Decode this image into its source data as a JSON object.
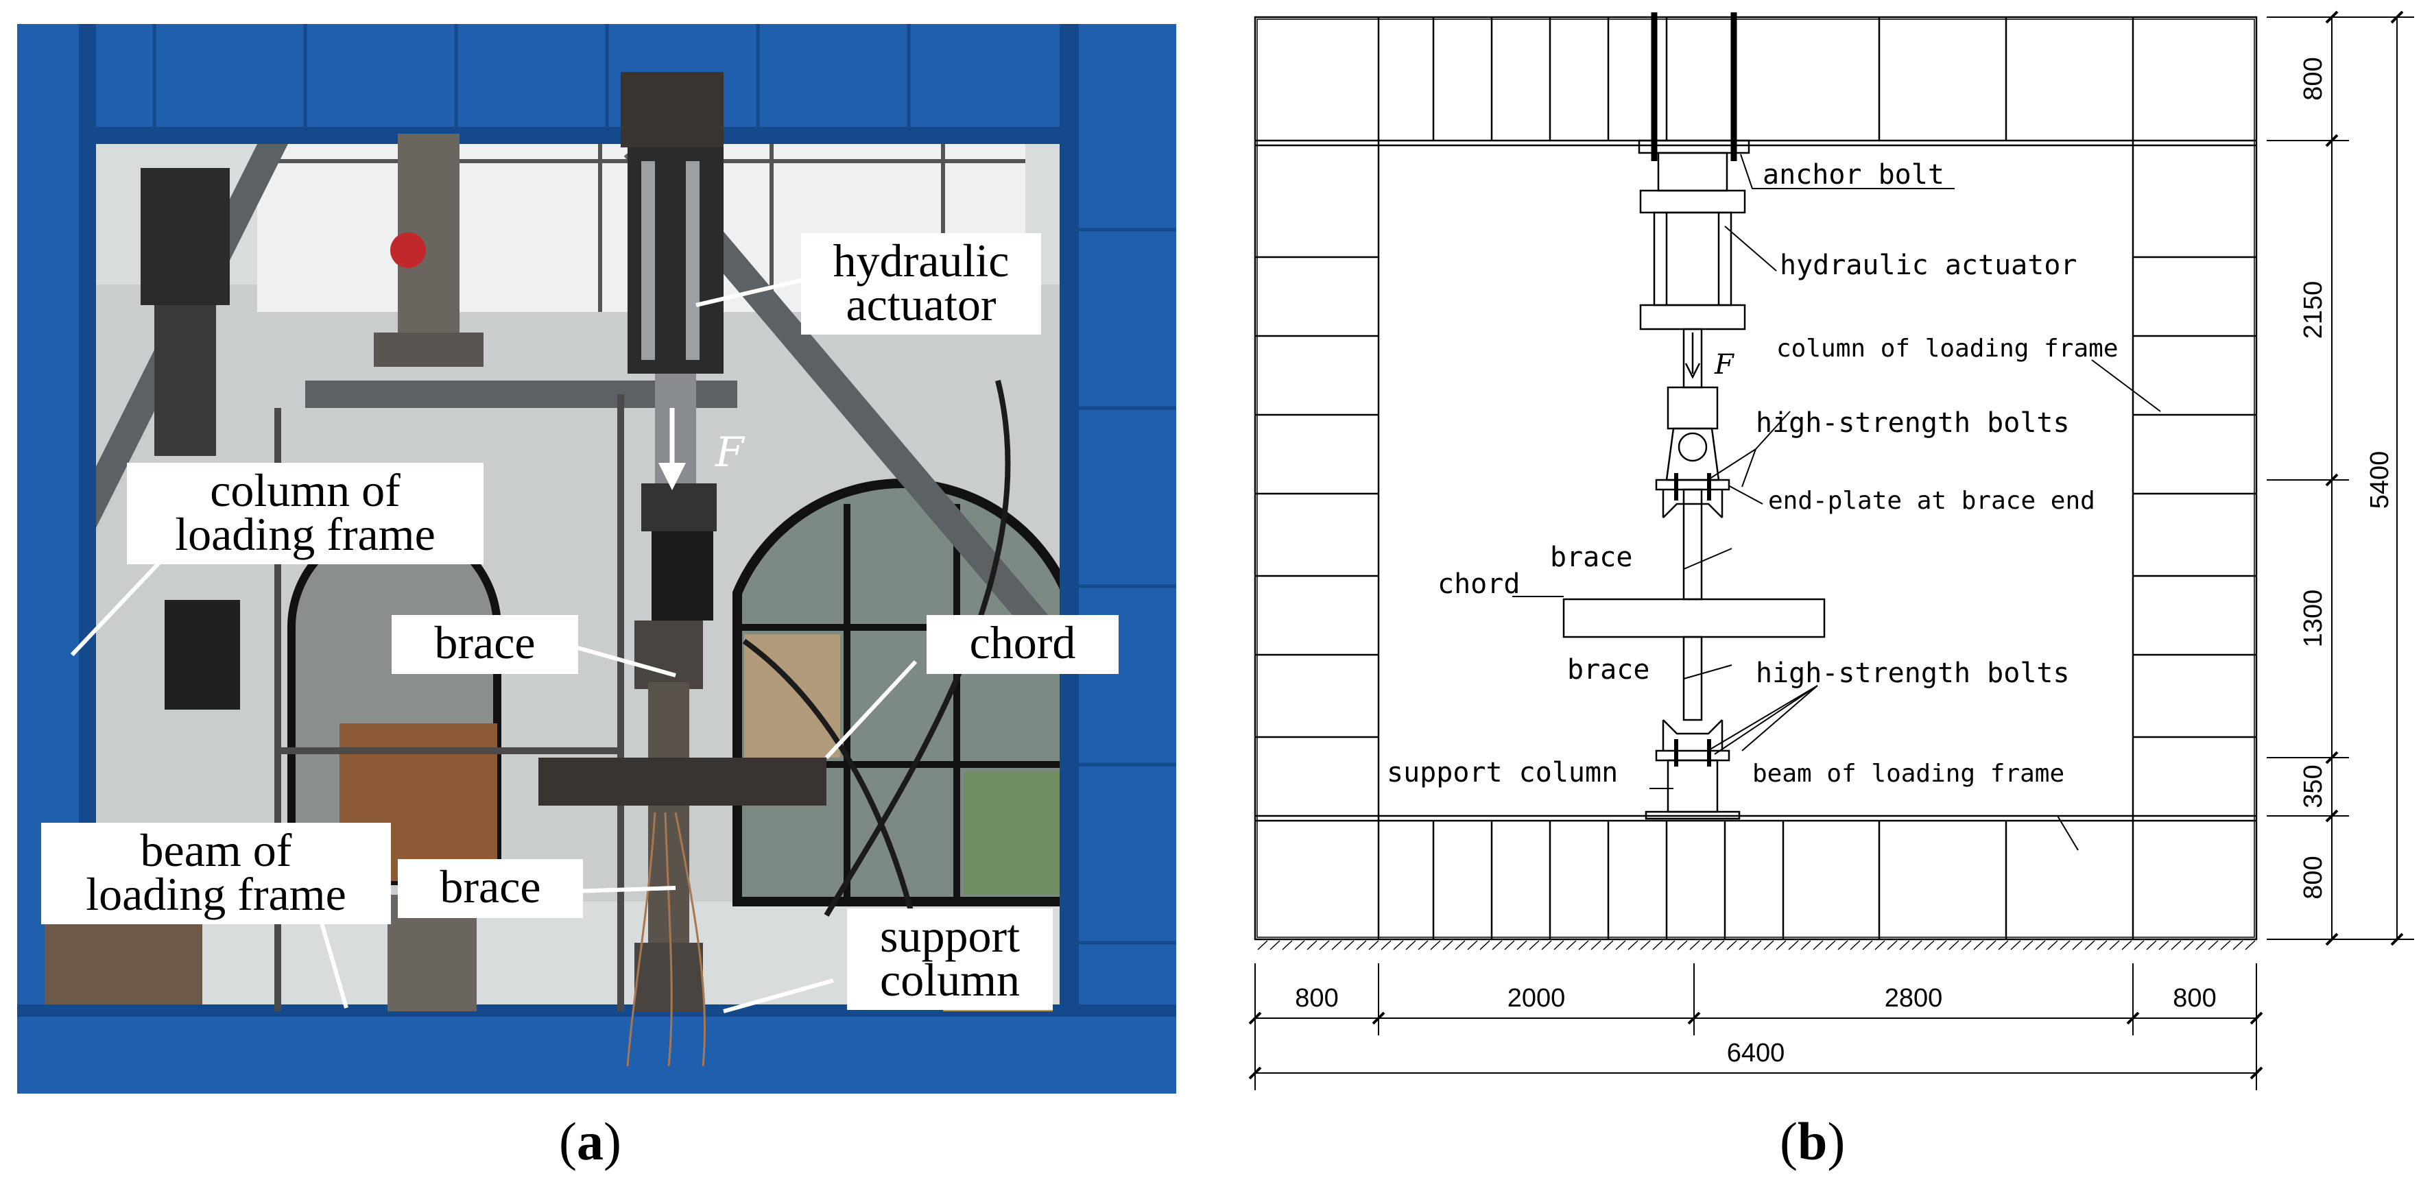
{
  "panel_a": {
    "label_open": "(",
    "label_letter": "a",
    "label_close": ")",
    "callouts": {
      "hydraulic_actuator": "hydraulic\nactuator",
      "column_of_loading_frame": "column of\nloading frame",
      "brace_upper": "brace",
      "chord": "chord",
      "beam_of_loading_frame": "beam of\nloading frame",
      "brace_lower": "brace",
      "support_column": "support\ncolumn"
    },
    "force_symbol": "F"
  },
  "panel_b": {
    "label_open": "(",
    "label_letter": "b",
    "label_close": ")",
    "labels": {
      "anchor_bolt": "anchor bolt",
      "hydraulic_actuator": "hydraulic actuator",
      "force_symbol": "F",
      "column_of_loading_frame": "column of loading frame",
      "high_strength_bolts_top": "high-strength bolts",
      "end_plate": "end-plate at brace end",
      "brace_upper": "brace",
      "chord": "chord",
      "brace_lower": "brace",
      "high_strength_bolts_bottom": "high-strength bolts",
      "support_column": "support column",
      "beam_of_loading_frame": "beam of loading frame"
    },
    "dimensions": {
      "horizontal": [
        "800",
        "2000",
        "2800",
        "800"
      ],
      "total_width": "6400",
      "vertical": [
        "800",
        "2150",
        "1300",
        "350",
        "800"
      ],
      "total_height": "5400"
    }
  },
  "colors": {
    "frame_blue": "#1f5fae",
    "frame_blue_dark": "#144a8c",
    "wall": "#dfe2e4",
    "steel_dark": "#2a2a2a",
    "line": "#000000"
  }
}
